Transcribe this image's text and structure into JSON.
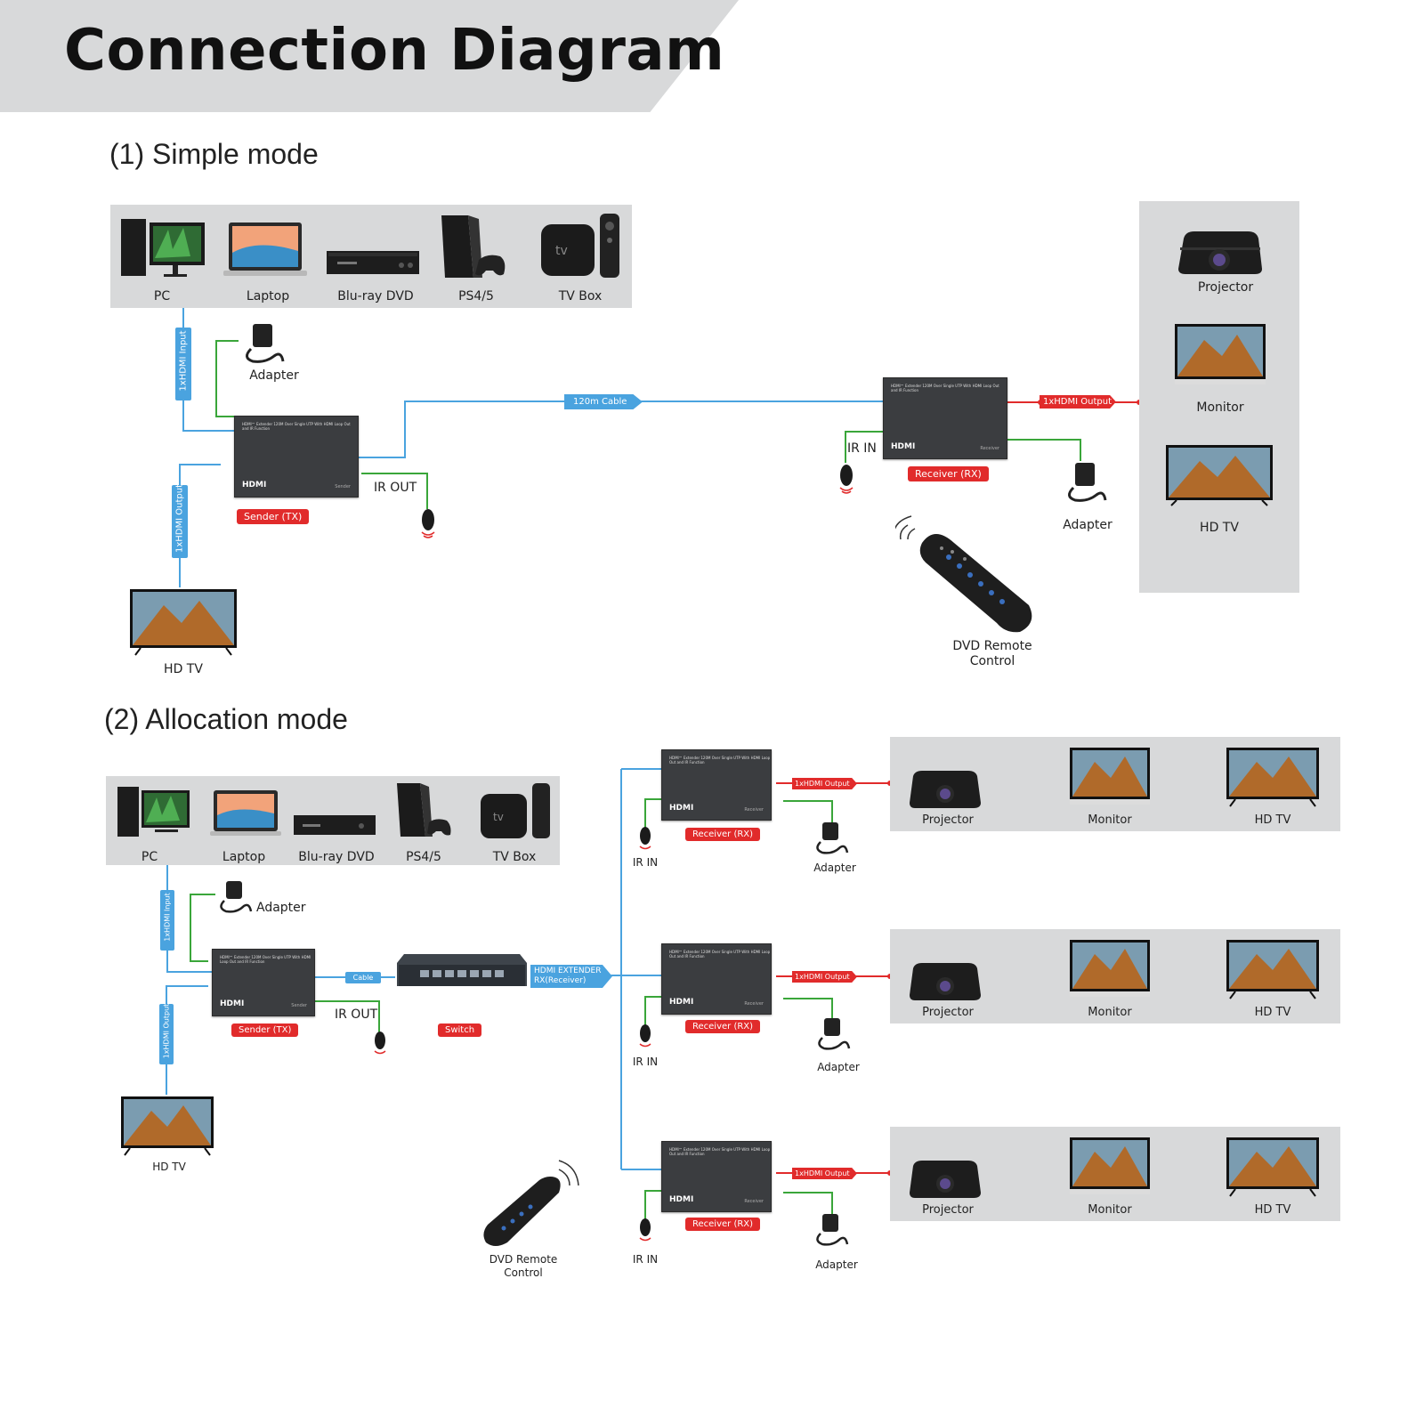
{
  "title": "Connection Diagram",
  "simple_mode": {
    "heading": "(1) Simple mode",
    "sources": [
      {
        "label": "PC",
        "icon": "pc-icon"
      },
      {
        "label": "Laptop",
        "icon": "laptop-icon"
      },
      {
        "label": "Blu-ray DVD",
        "icon": "bluray-icon"
      },
      {
        "label": "PS4/5",
        "icon": "console-icon"
      },
      {
        "label": "TV Box",
        "icon": "tv-box-icon"
      }
    ],
    "adapter_tx": "Adapter",
    "hdmi_input": "1xHDMI Input",
    "hdmi_output_tx": "1xHDMI Output",
    "sender": "Sender (TX)",
    "ir_out": "IR OUT",
    "cable": "120m Cable",
    "receiver": "Receiver (RX)",
    "ir_in": "IR IN",
    "hdmi_output_rx": "1xHDMI Output",
    "adapter_rx": "Adapter",
    "local_display": "HD TV",
    "remote_line1": "DVD Remote",
    "remote_line2": "Control",
    "displays": [
      "Projector",
      "Monitor",
      "HD TV"
    ],
    "device_text": "HDMI™ Extender 120M Over Single UTP With HDMI Loop Out and IR Function",
    "hdmi_logo": "HDMI",
    "sender_side": "Sender",
    "receiver_side": "Receiver"
  },
  "allocation_mode": {
    "heading": "(2) Allocation mode",
    "sources": [
      "PC",
      "Laptop",
      "Blu-ray DVD",
      "PS4/5",
      "TV Box"
    ],
    "adapter_tx": "Adapter",
    "hdmi_input": "1xHDMI Input",
    "hdmi_output_tx": "1xHDMI Output",
    "sender": "Sender (TX)",
    "ir_out": "IR OUT",
    "cable": "Cable",
    "switch": "Switch",
    "extender_line1": "HDMI EXTENDER",
    "extender_line2": "RX(Receiver)",
    "local_display": "HD TV",
    "remote_line1": "DVD Remote",
    "remote_line2": "Control",
    "receivers": [
      {
        "tag": "Receiver (RX)",
        "ir_in": "IR IN",
        "adapter": "Adapter",
        "output": "1xHDMI Output",
        "displays": [
          "Projector",
          "Monitor",
          "HD TV"
        ]
      },
      {
        "tag": "Receiver (RX)",
        "ir_in": "IR IN",
        "adapter": "Adapter",
        "output": "1xHDMI Output",
        "displays": [
          "Projector",
          "Monitor",
          "HD TV"
        ]
      },
      {
        "tag": "Receiver (RX)",
        "ir_in": "IR IN",
        "adapter": "Adapter",
        "output": "1xHDMI Output",
        "displays": [
          "Projector",
          "Monitor",
          "HD TV"
        ]
      }
    ]
  },
  "colors": {
    "cable_blue": "#4aa3df",
    "power_green": "#3aa63a",
    "output_red": "#e12b2b",
    "panel_gray": "#d8d9da"
  }
}
